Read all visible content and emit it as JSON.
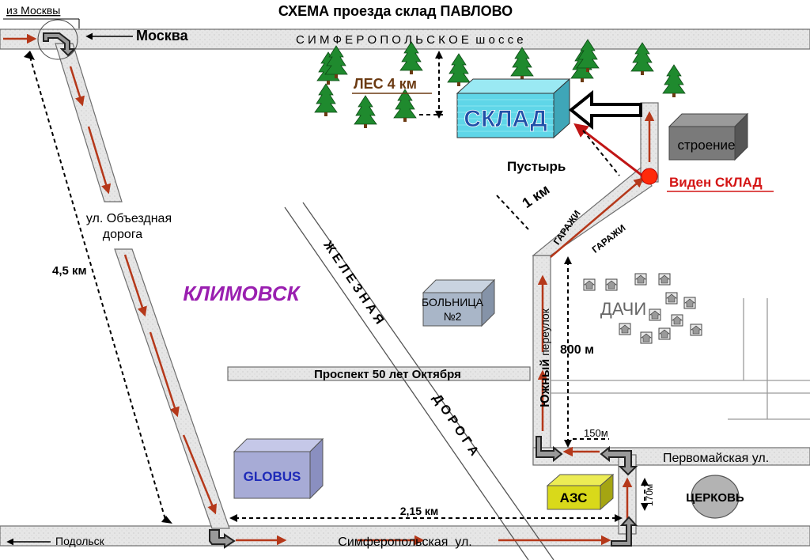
{
  "title": "СХЕМА проезда склад ПАВЛОВО",
  "labels": {
    "from_moscow": "из Москвы",
    "moscow": "Москва",
    "simferopol_highway": "С И М Ф Е Р О П О Л Ь С К О Е  ш о с с е",
    "forest": "ЛЕС 4 км",
    "warehouse": "СКЛАД",
    "building": "строение",
    "vacant_lot": "Пустырь",
    "one_km": "1 км",
    "warehouse_visible": "Виден СКЛАД",
    "garages_1": "ГАРАЖИ",
    "garages_2": "ГАРАЖИ",
    "bypass_road": "ул. Объездная",
    "bypass_road_2": "дорога",
    "distance_45": "4,5 км",
    "klimovsk": "КЛИМОВСК",
    "railway": "Ж Е Л Е З Н А Я",
    "railway_2": "Д О Р О Г А",
    "hospital_line1": "БОЛЬНИЦА",
    "hospital_line2": "№2",
    "dachas": "ДАЧИ",
    "south_lane_bold": "Южный",
    "south_lane_rest": " переулок",
    "distance_800": "800 м",
    "prospekt": "Проспект 50 лет Октября",
    "distance_150": "150м",
    "pervomayskaya": "Первомайская ул.",
    "globus": "GLOBUS",
    "azs": "АЗС",
    "distance_170": "170м",
    "church": "ЦЕРКОВЬ",
    "distance_215": "2,15 км",
    "podolsk": "Подольск",
    "simferopol_street": "Симферопольская  ул."
  },
  "colors": {
    "road_fill": "#e4e4e4",
    "route_arrow": "#b5381a",
    "warehouse_face": "#5fd6e8",
    "warehouse_text": "#1f4fa8",
    "forest_text": "#6b3a12",
    "klimovsk_text": "#9a1fb0",
    "visible_text": "#d41515",
    "tree": "#1f8a2e",
    "globus_face": "#a7abd6",
    "azs_face": "#d9d91a",
    "hospital_face": "#a9b6c8",
    "building_face": "#7a7a7a",
    "church_fill": "#b3b3b3"
  },
  "icons": [
    "tree-icon",
    "house-icon",
    "u-turn-arrow-icon",
    "direction-arrow-icon",
    "red-dot-marker-icon"
  ]
}
